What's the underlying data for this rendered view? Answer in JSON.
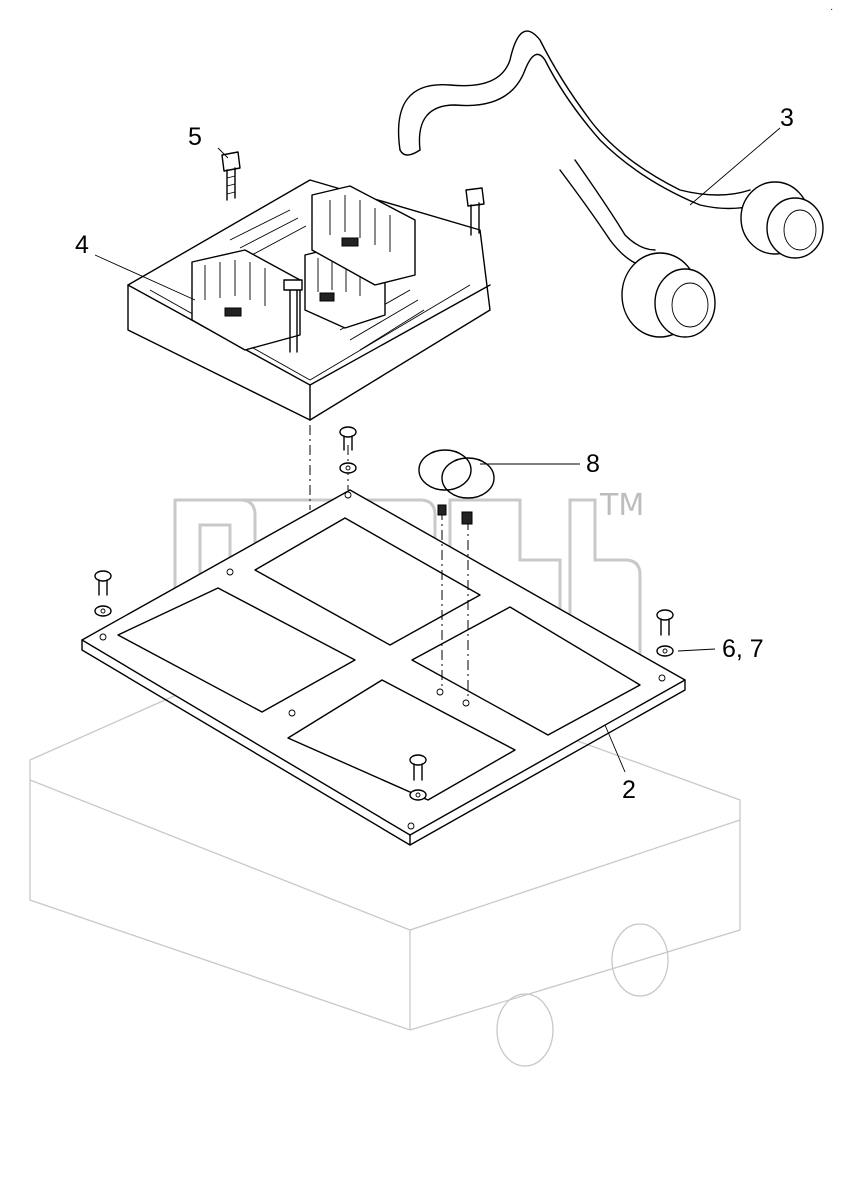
{
  "callouts": {
    "c2": "2",
    "c3": "3",
    "c4": "4",
    "c5": "5",
    "c67": "6, 7",
    "c8": "8"
  },
  "watermark": {
    "trademark": "TM"
  },
  "colors": {
    "line": "#000000",
    "background": "#ffffff",
    "ghost_housing": "#c8c8c8",
    "watermark": "#c9c9c9"
  }
}
